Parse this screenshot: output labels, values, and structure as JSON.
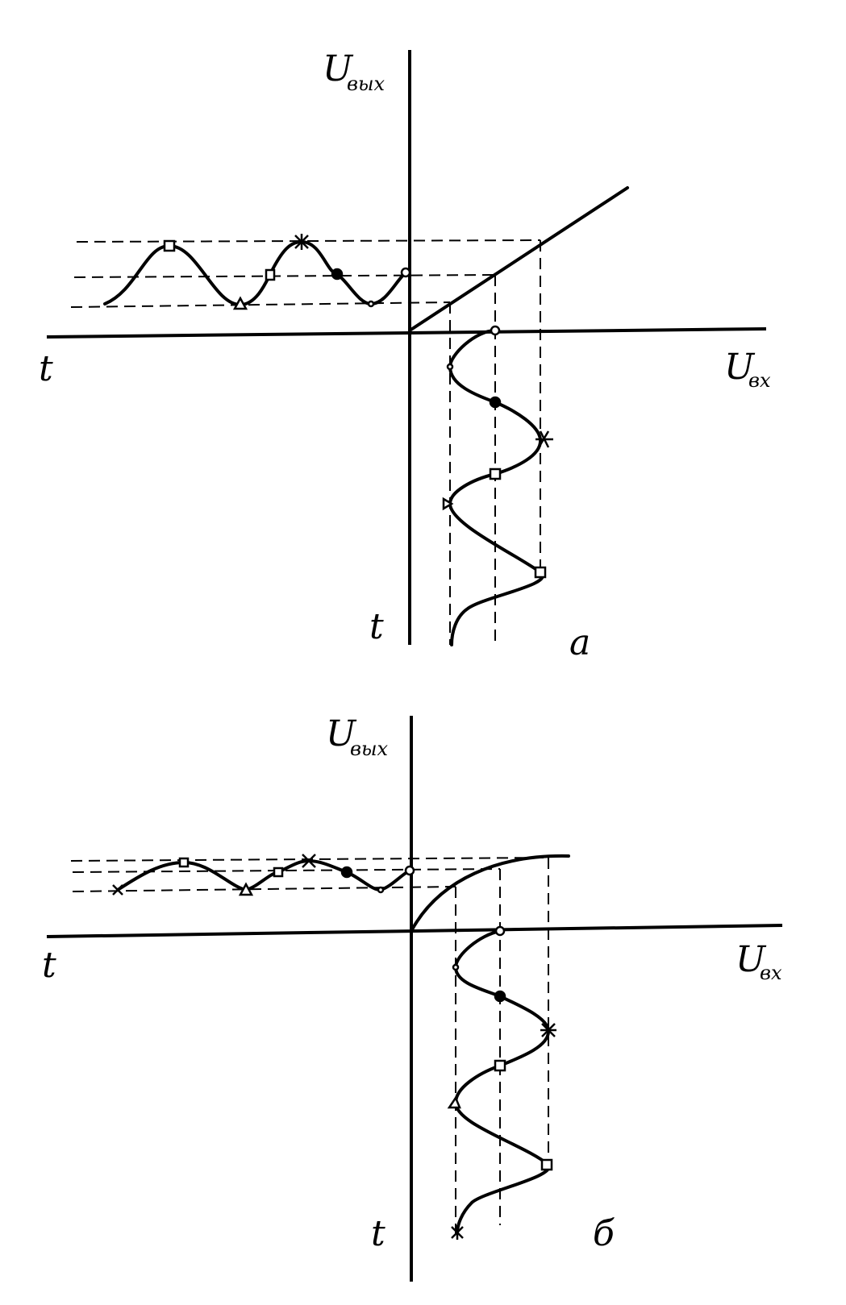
{
  "panel_a": {
    "y_axis_label": "U",
    "y_axis_sub": "вых",
    "x_axis_label": "U",
    "x_axis_sub": "вх",
    "left_t_label": "t",
    "bottom_t_label": "t",
    "panel_letter": "а"
  },
  "panel_b": {
    "y_axis_label": "U",
    "y_axis_sub": "вых",
    "x_axis_label": "U",
    "x_axis_sub": "вх",
    "left_t_label": "t",
    "bottom_t_label": "t",
    "panel_letter": "б"
  }
}
